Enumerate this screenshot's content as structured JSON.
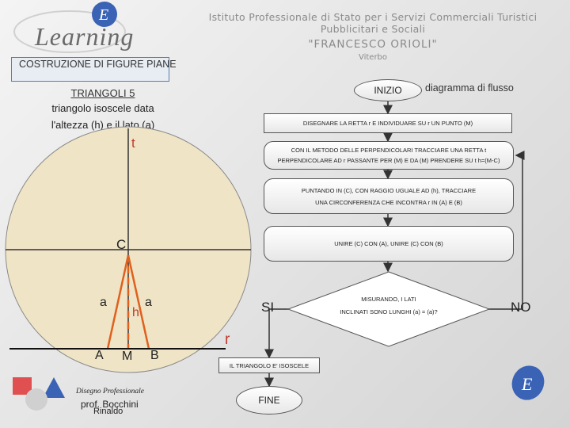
{
  "header": {
    "logo_text": "Learning",
    "school_line1": "Istituto Professionale di Stato per i Servizi Commerciali Turistici Pubblicitari e Sociali",
    "school_line2": "\"FRANCESCO ORIOLI\"",
    "school_line3": "Viterbo"
  },
  "lesson": {
    "title": "COSTRUZIONE DI FIGURE PIANE",
    "subtitle": "TRIANGOLI 5",
    "desc_line1": "triangolo isoscele data",
    "desc_line2": "l'altezza (h) e il lato (a)"
  },
  "flowchart": {
    "title": "diagramma di flusso",
    "start": "INIZIO",
    "step1": "DISEGNARE LA RETTA r E INDIVIDUARE SU r UN PUNTO (M)",
    "step2_line1": "CON IL METODO DELLE PERPENDICOLARI TRACCIARE UNA RETTA t",
    "step2_line2": "PERPENDICOLARE AD r PASSANTE PER (M) E DA (M) PRENDERE SU t h=(M-C)",
    "step3_line1": "PUNTANDO IN (C), CON RAGGIO UGUALE AD (h), TRACCIARE",
    "step3_line2": "UNA CIRCONFERENZA CHE INCONTRA r IN (A) E (B)",
    "step4": "UNIRE (C) CON (A), UNIRE (C) CON (B)",
    "decision_line1": "MISURANDO, I LATI",
    "decision_line2": "INCLINATI SONO LUNGHI (a) = (a)?",
    "yes": "SI",
    "no": "NO",
    "step5": "IL TRIANGOLO E' ISOSCELE",
    "end": "FINE"
  },
  "figure": {
    "label_t": "t",
    "label_r": "r",
    "label_C": "C",
    "label_a_left": "a",
    "label_a_right": "a",
    "label_h": "h",
    "label_A": "A",
    "label_M": "M",
    "label_B": "B"
  },
  "footer": {
    "line1": "Disegno Professionale",
    "line2": "prof. Bocchini",
    "line3": "Rinaldo"
  },
  "colors": {
    "accent_blue": "#3a63b5",
    "circle_fill": "#efe4c6",
    "height_orange": "#e0601c",
    "label_red": "#c0392b",
    "header_grey": "#8a8a8a"
  }
}
